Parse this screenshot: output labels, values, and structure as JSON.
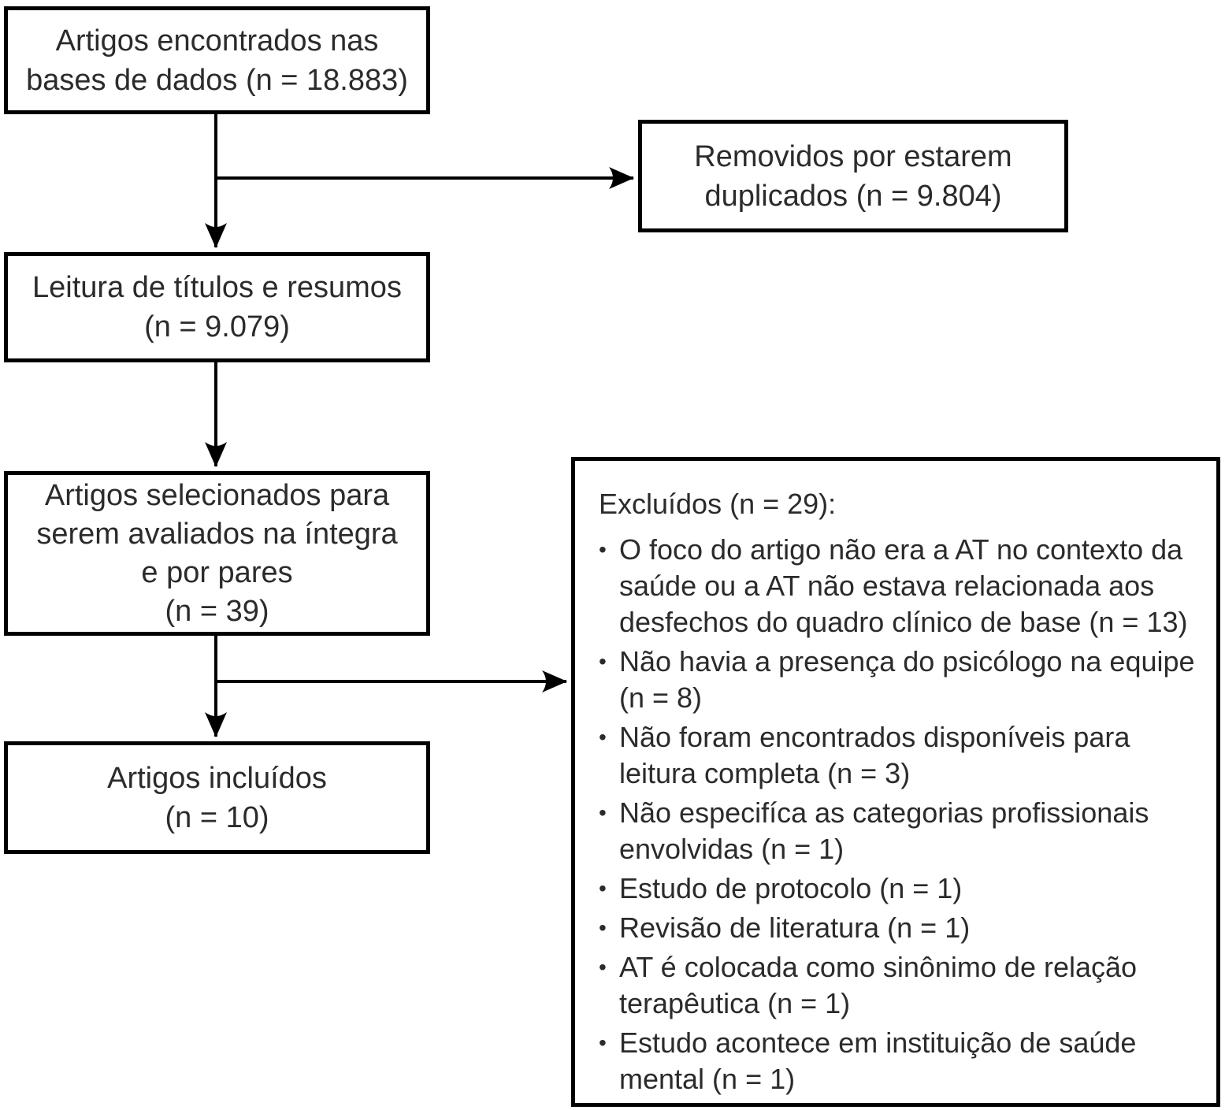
{
  "figure": {
    "background_color": "#ffffff",
    "line_color": "#000000",
    "text_color": "#2b2b2b"
  },
  "flow": {
    "boxes": [
      {
        "id": "articles-found",
        "lines": [
          "Artigos encontrados nas",
          "bases de dados (n = 18.883)"
        ]
      },
      {
        "id": "duplicates-removed",
        "lines": [
          "Removidos por estarem",
          "duplicados (n = 9.804)"
        ]
      },
      {
        "id": "titles-abstracts-read",
        "lines": [
          "Leitura de títulos e resumos",
          "(n = 9.079)"
        ]
      },
      {
        "id": "fulltext-assessed",
        "lines": [
          "Artigos selecionados para",
          "serem avaliados na íntegra",
          "e por pares",
          "(n = 39)"
        ]
      },
      {
        "id": "articles-included",
        "lines": [
          "Artigos incluídos",
          "(n = 10)"
        ]
      }
    ]
  },
  "exclusions": {
    "title": "Excluídos (n = 29):",
    "bullet": "•",
    "items": [
      "O foco do artigo não era a AT no contexto da saúde ou a AT não estava relacionada aos desfechos do quadro clínico de base (n = 13)",
      "Não havia a presença do psicólogo na equipe (n = 8)",
      "Não foram encontrados disponíveis para leitura completa (n = 3)",
      "Não especifíca as categorias profissionais envolvidas (n = 1)",
      "Estudo de protocolo (n = 1)",
      "Revisão de literatura (n = 1)",
      "AT é colocada como sinônimo de relação terapêutica (n = 1)",
      "Estudo acontece em instituição de saúde mental (n = 1)"
    ]
  }
}
